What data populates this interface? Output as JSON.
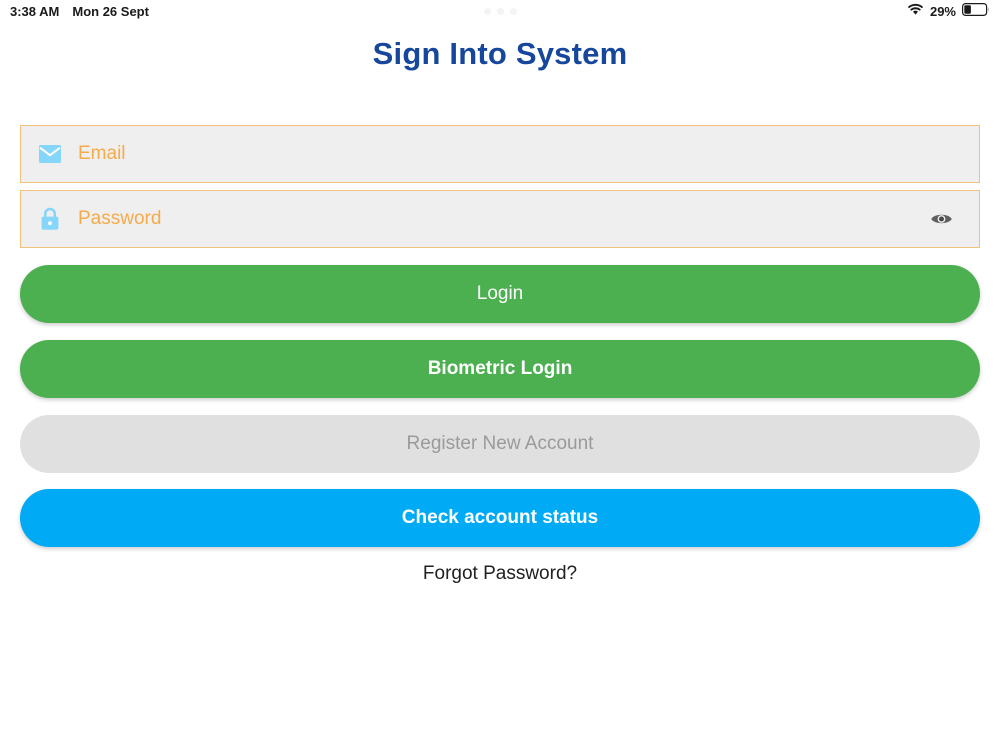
{
  "status_bar": {
    "time": "3:38 AM",
    "date": "Mon 26 Sept",
    "wifi_icon": "wifi-icon",
    "battery_percent": "29%",
    "battery_icon": "battery-low-icon",
    "multitask_handle": "multitasking-dots"
  },
  "header": {
    "title": "Sign Into System",
    "title_color": "#16479d"
  },
  "form": {
    "email": {
      "placeholder": "Email",
      "value": "",
      "icon": "envelope-icon",
      "icon_color": "#86d5fb",
      "placeholder_color": "#f5ab4a",
      "border_color": "#f0c27c",
      "background": "#efefef"
    },
    "password": {
      "placeholder": "Password",
      "value": "",
      "icon": "lock-icon",
      "icon_color": "#86d5fb",
      "toggle_icon": "eye-icon",
      "toggle_color": "#5f5f5f"
    }
  },
  "buttons": {
    "login": {
      "label": "Login",
      "background": "#4caf50",
      "text_color": "#ffffff"
    },
    "biometric_login": {
      "label": "Biometric Login",
      "background": "#4caf50",
      "text_color": "#ffffff"
    },
    "register": {
      "label": "Register New Account",
      "background": "#e0e0e0",
      "text_color": "#9a9a9a"
    },
    "check_status": {
      "label": "Check account status",
      "background": "#00aaf5",
      "text_color": "#ffffff"
    }
  },
  "links": {
    "forgot_password": "Forgot Password?"
  }
}
